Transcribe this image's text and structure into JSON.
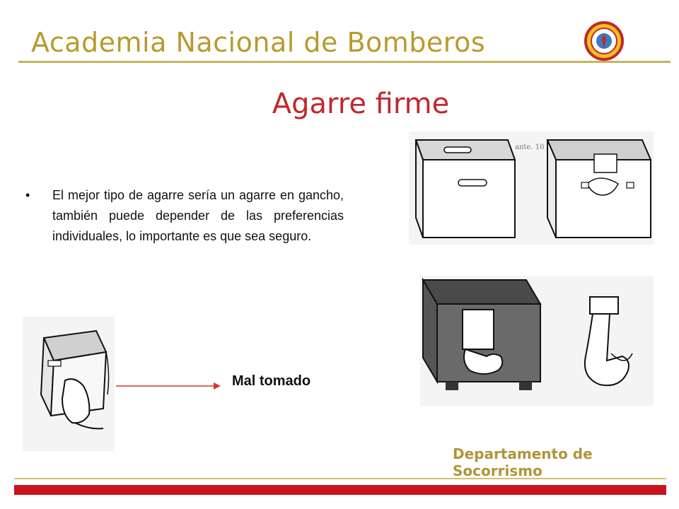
{
  "header": {
    "title": "Academia Nacional de Bomberos"
  },
  "slide": {
    "title": "Agarre firme",
    "bullet_text": "El mejor tipo de agarre sería un agarre en gancho, también puede depender de las preferencias individuales, lo importante es que sea seguro."
  },
  "annotation": {
    "bad_grip_label": "Mal tomado"
  },
  "footer": {
    "department": "Departamento de Socorrismo"
  },
  "colors": {
    "header_gold": "#b89a2e",
    "title_red": "#c0282e",
    "footer_red": "#c8141c",
    "arrow_red": "#d23a2a"
  },
  "icons": {
    "seal": "fire-academy-seal-icon",
    "bullet": "bullet-dot-icon",
    "arrow": "right-arrow-icon"
  }
}
